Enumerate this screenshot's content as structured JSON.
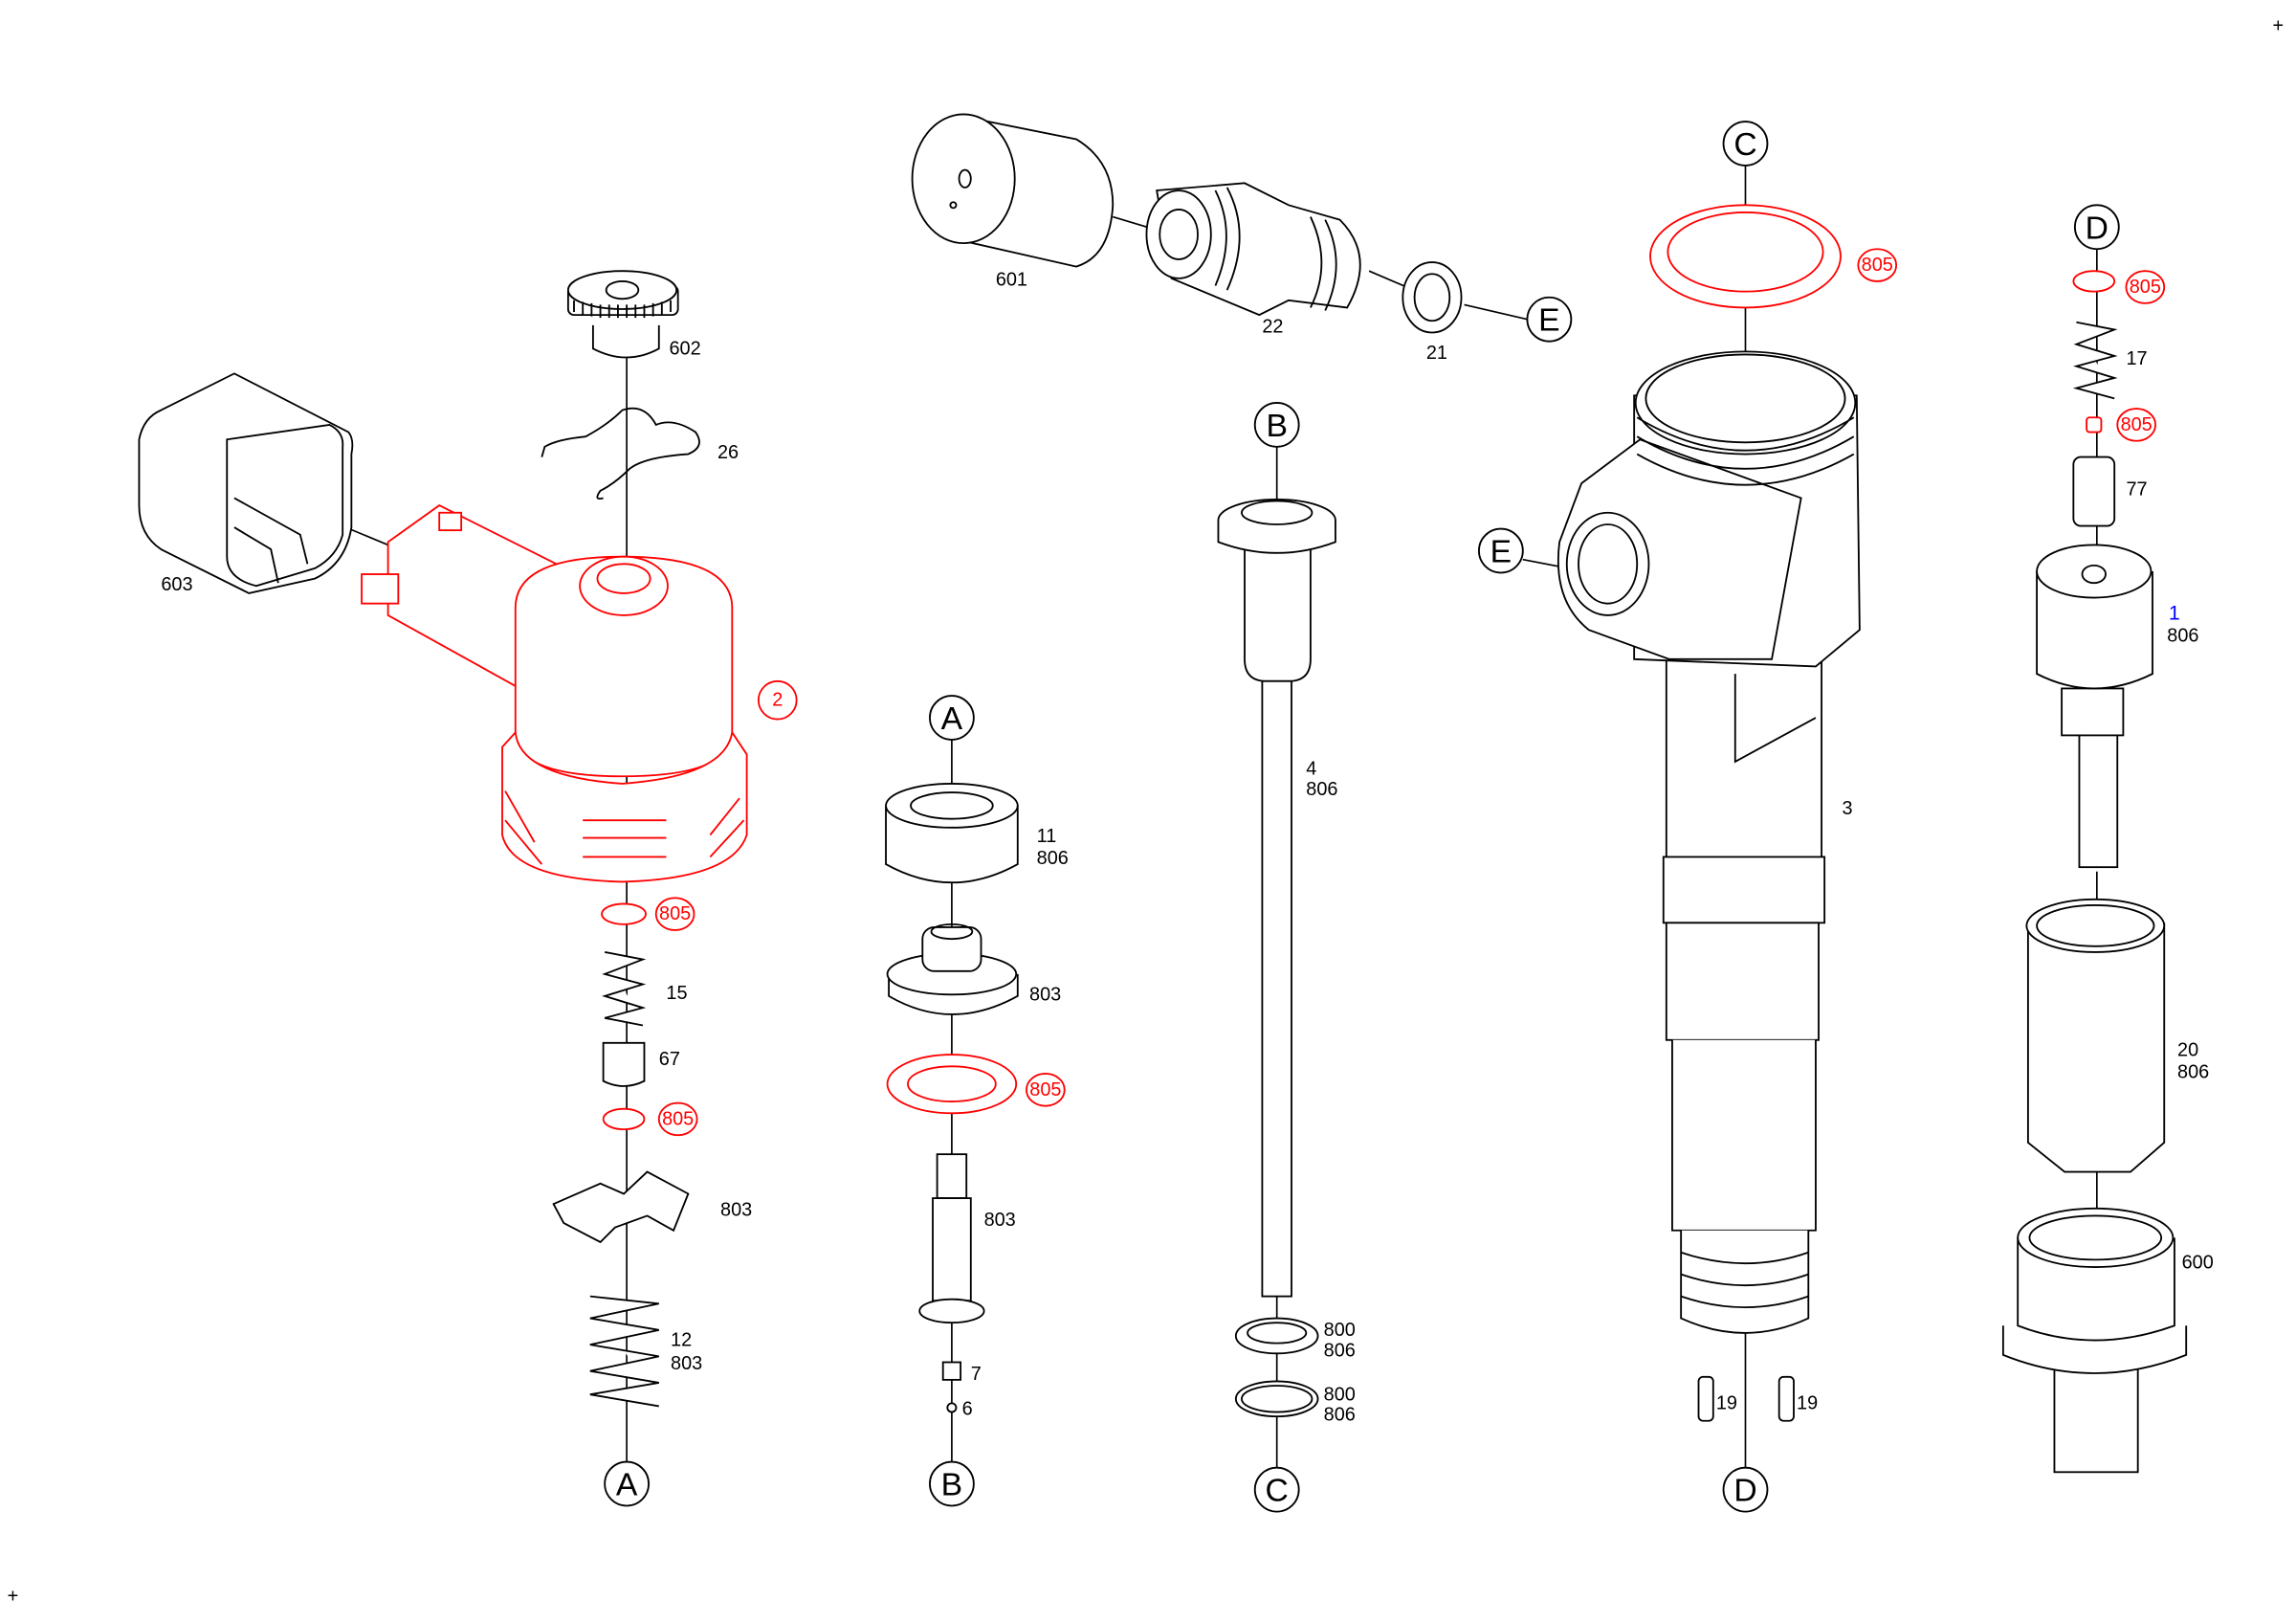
{
  "diagram": {
    "refs": {
      "A": "A",
      "B": "B",
      "C": "C",
      "D": "D",
      "E": "E"
    },
    "parts": {
      "p603": "603",
      "p602": "602",
      "p26": "26",
      "p2": "2",
      "p805": "805",
      "p15": "15",
      "p67": "67",
      "p803": "803",
      "p12": "12",
      "p806": "806",
      "p11": "11",
      "p7": "7",
      "p6": "6",
      "p601": "601",
      "p22": "22",
      "p21": "21",
      "p4": "4",
      "p800": "800",
      "p3": "3",
      "p19": "19",
      "p17": "17",
      "p77": "77",
      "p1": "1",
      "p20": "20",
      "p600": "600"
    },
    "corner_marks": [
      "+",
      "+"
    ],
    "colors": {
      "highlight": "#ff0000",
      "line": "#000000",
      "item_number": "#0000ff"
    }
  }
}
